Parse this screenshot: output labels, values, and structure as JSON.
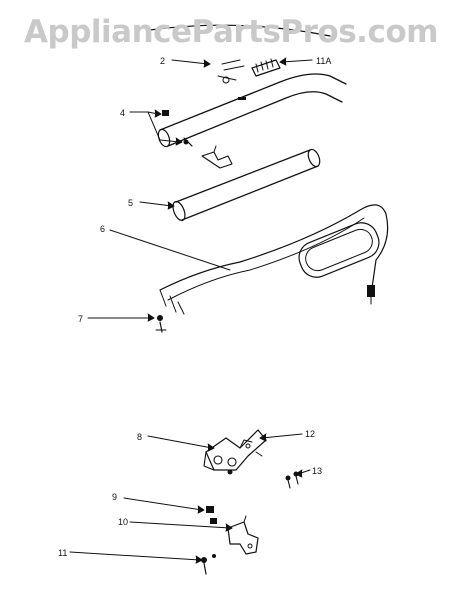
{
  "watermark": "AppliancePartsPros.com",
  "colors": {
    "ink": "#111111",
    "watermark": "#c9c9c9",
    "background": "#ffffff"
  },
  "callouts": {
    "c2": "2",
    "c11a": "11A",
    "c4": "4",
    "c5": "5",
    "c6": "6",
    "c7": "7",
    "c8": "8",
    "c12": "12",
    "c13": "13",
    "c9": "9",
    "c10": "10",
    "c11": "11"
  }
}
